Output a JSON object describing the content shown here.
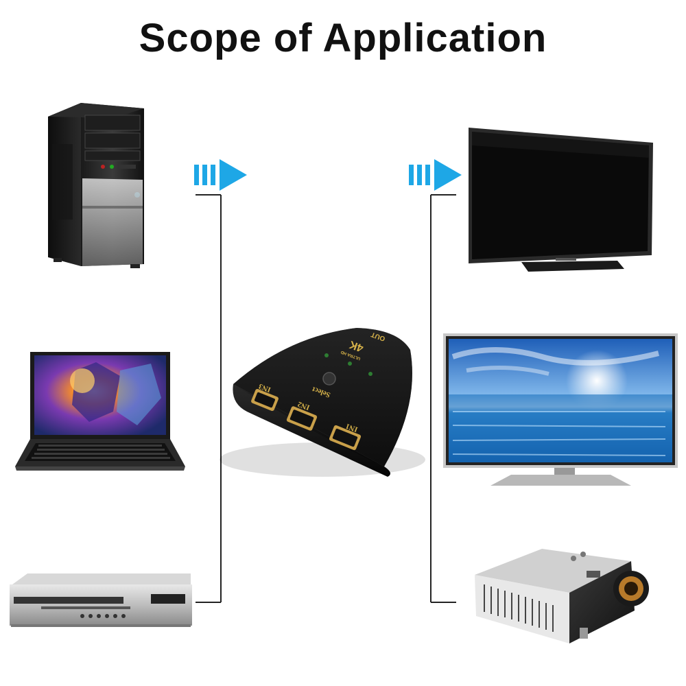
{
  "title": "Scope of Application",
  "switch": {
    "out_label": "OUT",
    "brand_main": "4K",
    "brand_sub": "ULTRA HD",
    "select_label": "Select",
    "in1_label": "IN1",
    "in2_label": "IN2",
    "in3_label": "IN3"
  },
  "colors": {
    "arrow": "#1ea7e6",
    "line": "#222222"
  }
}
